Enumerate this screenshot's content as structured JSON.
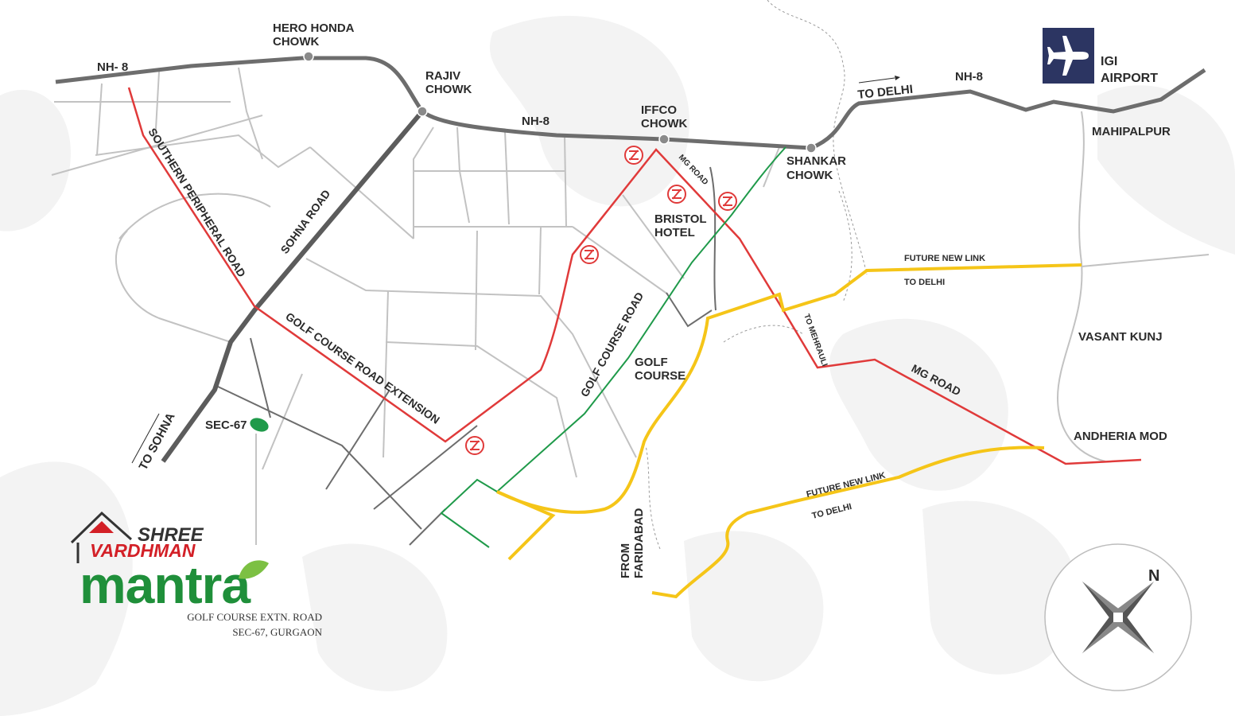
{
  "map": {
    "highway_labels": [
      "NH- 8",
      "NH-8",
      "NH-8"
    ],
    "chowks": [
      {
        "name_line1": "HERO HONDA",
        "name_line2": "CHOWK"
      },
      {
        "name_line1": "RAJIV",
        "name_line2": "CHOWK"
      },
      {
        "name_line1": "IFFCO",
        "name_line2": "CHOWK"
      },
      {
        "name_line1": "SHANKAR",
        "name_line2": "CHOWK"
      }
    ],
    "airport": {
      "line1": "IGI",
      "line2": "AIRPORT",
      "icon": "airplane-icon"
    },
    "directions": {
      "to_delhi": "TO DELHI",
      "to_sohna": "TO SOHNA",
      "to_mehrauli": "TO MEHRAULI",
      "from_faridabad_line1": "FROM",
      "from_faridabad_line2": "FARIDABAD"
    },
    "roads": {
      "southern_peripheral": "SOUTHERN PERIPHERAL ROAD",
      "sohna": "SOHNA ROAD",
      "golf_course_extension": "GOLF COURSE ROAD EXTENSION",
      "golf_course": "GOLF COURSE ROAD",
      "mg_road_1": "MG ROAD",
      "mg_road_2": "MG ROAD"
    },
    "places": {
      "mahipalpur": "MAHIPALPUR",
      "vasant_kunj": "VASANT KUNJ",
      "andheria_mod": "ANDHERIA MOD",
      "bristol_line1": "BRISTOL",
      "bristol_line2": "HOTEL",
      "golf_line1": "GOLF",
      "golf_line2": "COURSE",
      "sec67": "SEC-67"
    },
    "future_links": [
      {
        "line1": "FUTURE NEW LINK",
        "line2": "TO DELHI"
      },
      {
        "line1": "FUTURE NEW LINK",
        "line2": "TO DELHI"
      }
    ],
    "compass": {
      "north": "N",
      "icon": "compass-rose-icon"
    },
    "metro_icon": "metro-station-icon",
    "colors": {
      "highway": "#6d6d6d",
      "local_road": "#c2c2c2",
      "metro_red_line": "#e03a3a",
      "green_route": "#1f9a4a",
      "future_link": "#f5c518",
      "airport_bg": "#2c3562",
      "brand_red": "#d32027",
      "brand_green": "#1f8f3a",
      "brand_leaf": "#7cc043"
    }
  },
  "brand": {
    "logo_line1": "SHREE",
    "logo_line2": "VARDHMAN",
    "project_name": "mantra",
    "address_line1": "GOLF COURSE EXTN. ROAD",
    "address_line2": "SEC-67, GURGAON"
  }
}
